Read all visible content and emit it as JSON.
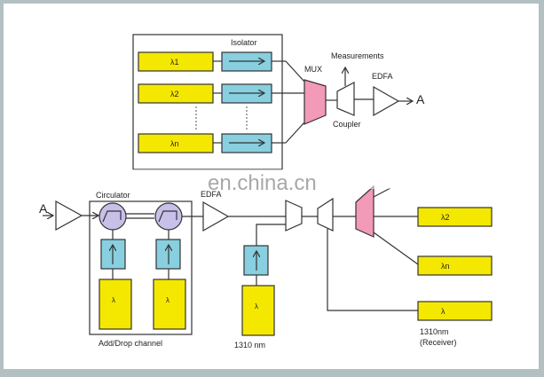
{
  "watermark": "en.china.cn",
  "transmitter": {
    "isolator_label": "Isolator",
    "sources": [
      "λ1",
      "λ2",
      "λn"
    ],
    "mux_label": "MUX",
    "measurements_label": "Measurements",
    "coupler_label": "Coupler",
    "edfa_label": "EDFA",
    "output_label": "A"
  },
  "link": {
    "input_label": "A",
    "circulator_label": "Circulator",
    "edfa_label": "EDFA",
    "add_drop_label": "Add/Drop channel",
    "add_drop_sources": [
      "λ",
      "λ"
    ],
    "source_1310": "λ",
    "source_1310_label": "1310 nm",
    "receivers": [
      "λ2",
      "λn",
      "λ"
    ],
    "receiver_label_line1": "1310nm",
    "receiver_label_line2": "(Receiver)"
  },
  "colors": {
    "laser": "#f5e800",
    "isolator": "#88cfe0",
    "mux": "#f39ab8",
    "circulator": "#c8c0e8"
  }
}
